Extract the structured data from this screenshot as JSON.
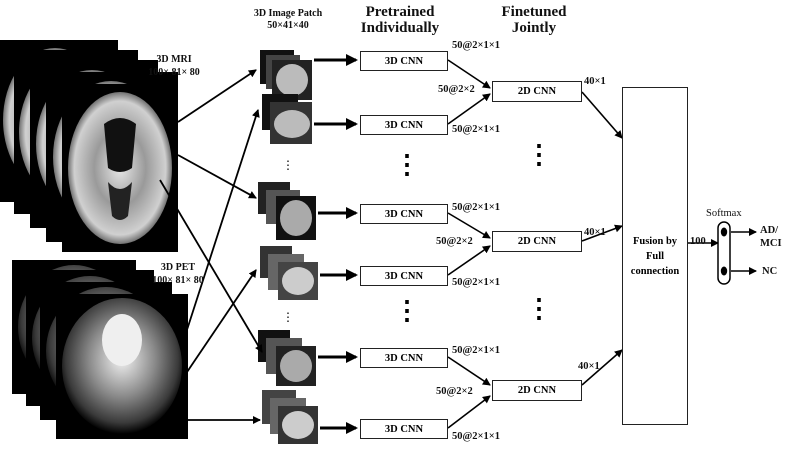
{
  "headers": {
    "patch_title": "3D Image Patch",
    "patch_size": "50×41×40",
    "pretrained": [
      "Pretrained",
      "Individually"
    ],
    "finetuned": [
      "Finetuned",
      "Jointly"
    ]
  },
  "modalities": {
    "mri_title": "3D MRI",
    "mri_size": "100× 81× 80",
    "pet_title": "3D PET",
    "pet_size": "100× 81× 80"
  },
  "cnn3d_label": "3D CNN",
  "cnn2d_label": "2D CNN",
  "dims": {
    "out3d": "50@2×1×1",
    "in2d": "50@2×2",
    "out2d": "40×1",
    "fusion_out": "100"
  },
  "fusion_label": [
    "Fusion by",
    "Full",
    "connection"
  ],
  "softmax": {
    "title": "Softmax",
    "class_ad": [
      "AD/",
      "MCI"
    ],
    "class_nc": "NC"
  },
  "dots_glyph": "⋮"
}
